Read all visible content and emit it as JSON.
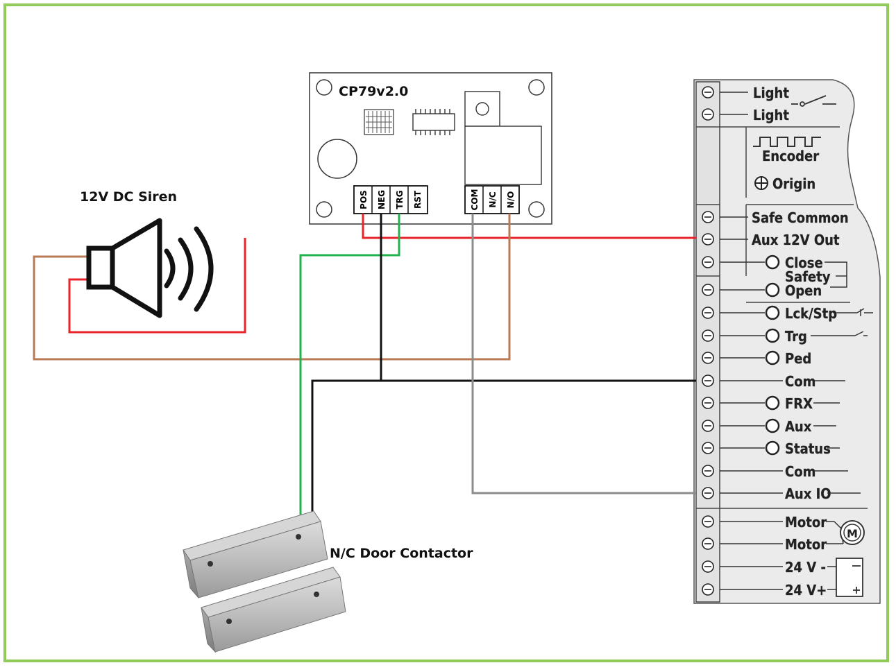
{
  "colors": {
    "frame": "#8fcb56",
    "wire_red": "#e8232a",
    "wire_brown": "#b87a55",
    "wire_green": "#22b14c",
    "wire_black": "#111111",
    "wire_grey": "#8c8c8c"
  },
  "siren": {
    "label": "12V DC Siren",
    "icon": "speaker-icon"
  },
  "door_contact": {
    "label": "N/C Door Contactor"
  },
  "module": {
    "title": "CP79v2.0",
    "input_pins": [
      "POS",
      "NEG",
      "TRG",
      "RST"
    ],
    "relay_pins": [
      "COM",
      "N/C",
      "N/O"
    ]
  },
  "controller": {
    "terminals": {
      "light_1": "Light",
      "light_2": "Light",
      "encoder": "Encoder",
      "origin": "Origin",
      "safe_common": "Safe Common",
      "aux_12v_out": "Aux 12V Out",
      "close": "Close",
      "safety": "Safety",
      "open": "Open",
      "lck_stp": "Lck/Stp",
      "trg": "Trg",
      "ped": "Ped",
      "com_1": "Com",
      "frx": "FRX",
      "aux": "Aux",
      "status": "Status",
      "com_2": "Com",
      "aux_io": "Aux IO",
      "motor_1": "Motor",
      "motor_2": "Motor",
      "v24_neg": "24 V -",
      "v24_pos": "24 V+"
    },
    "motor_symbol": "M"
  }
}
